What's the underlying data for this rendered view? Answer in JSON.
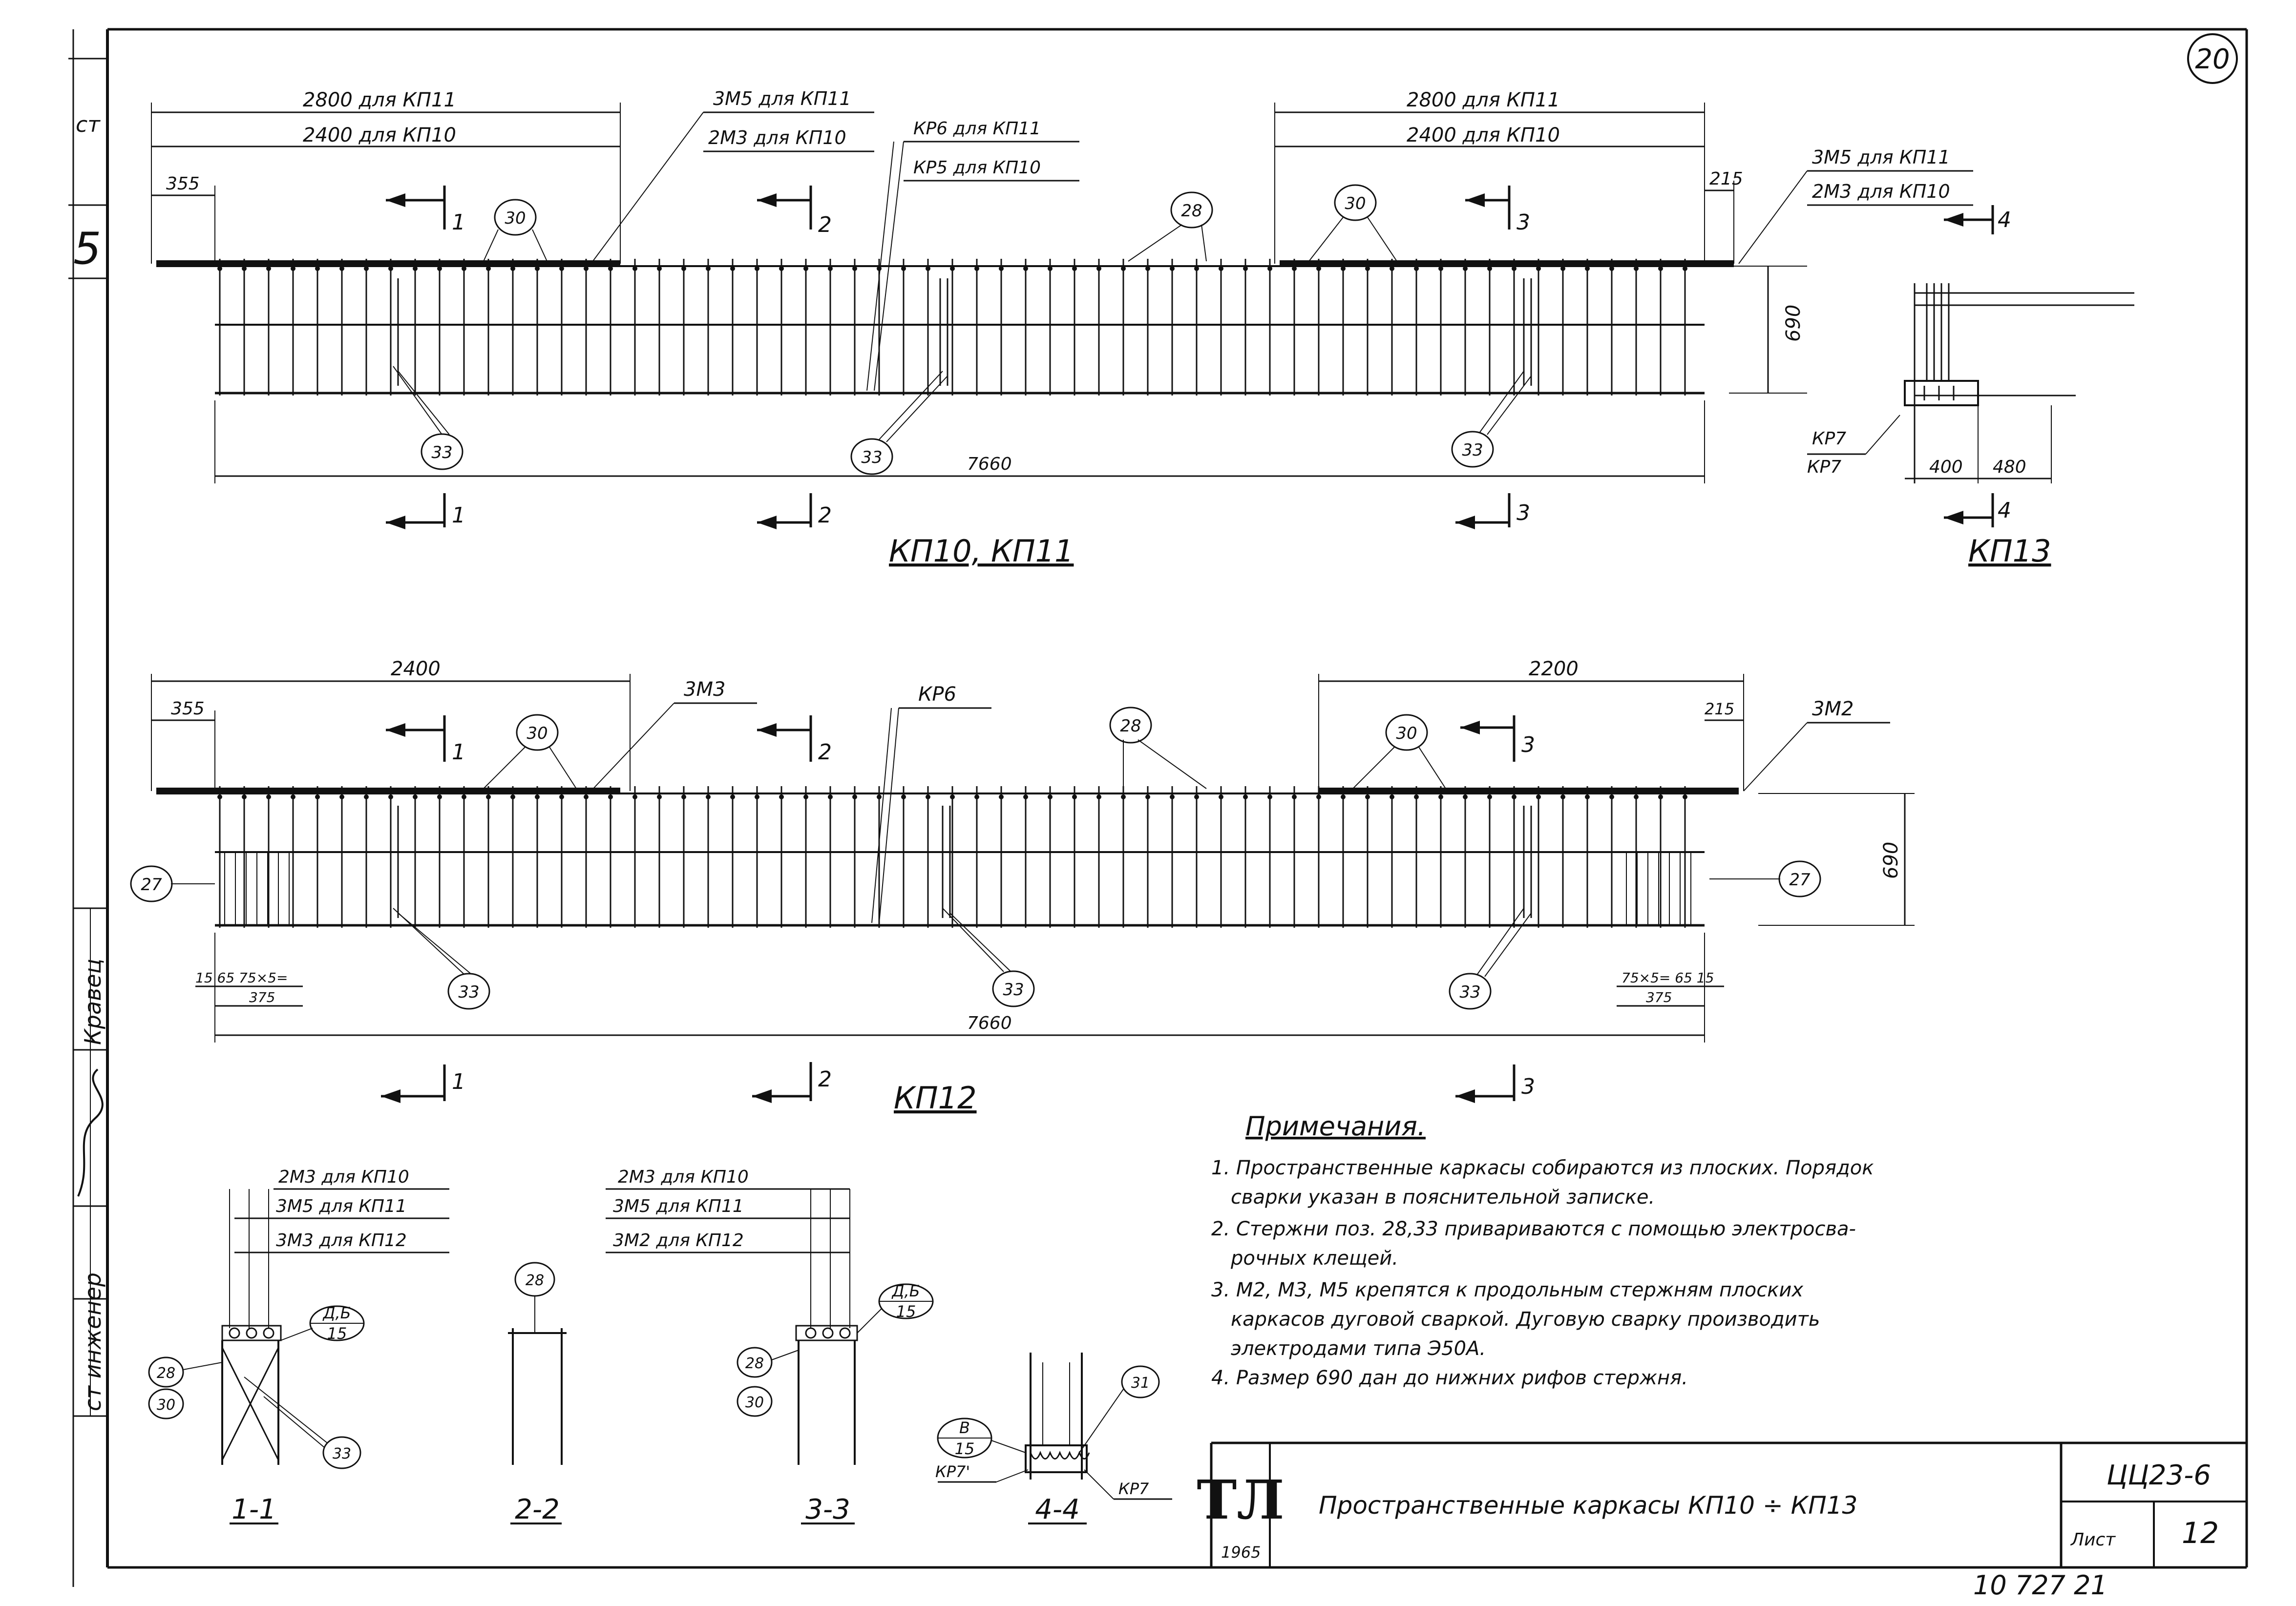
{
  "sheet": {
    "page_number": "20",
    "stamp_number": "10 727 21",
    "colors": {
      "ink": "#111111",
      "paper": "#ffffff"
    }
  },
  "margin": {
    "labels": [
      "ст",
      "5",
      "Кравец",
      "ст инженер"
    ]
  },
  "frame_top": {
    "title": "КП10, КП11",
    "dims": {
      "d2800": "2800  для КП11",
      "d2400": "2400  для КП10",
      "d355": "355",
      "d2800r": "2800  для КП11",
      "d2400r": "2400  для КП10",
      "d215": "215",
      "d690": "690",
      "d7660": "7660"
    },
    "notes": {
      "m5_kp11": "3М5 для КП11",
      "m3_kp10": "2М3 для КП10",
      "kr6_kp11": "КР6  для КП11",
      "kr5_kp10": "КР5  для КП10",
      "m5_kp11_r": "3М5 для КП11",
      "m3_kp10_r": "2М3 для КП10"
    },
    "cuts": [
      "1",
      "2",
      "3"
    ],
    "pos": {
      "p30": "30",
      "p28": "28",
      "p33": "33"
    }
  },
  "frame_kp13": {
    "title": "КП13",
    "cut": "4",
    "kr7a": "КР7",
    "kr7b": "КР7",
    "d400": "400",
    "d480": "480"
  },
  "frame_mid": {
    "title": "КП12",
    "dims": {
      "d2400": "2400",
      "d355": "355",
      "d2200": "2200",
      "d215": "215",
      "d690": "690",
      "d7660": "7660",
      "left_small": "15 65 75×5=",
      "left_375": "375",
      "right_small": "75×5= 65 15",
      "right_375": "375"
    },
    "notes": {
      "m3": "3М3",
      "kr6": "КР6",
      "m2": "3М2"
    },
    "cuts": [
      "1",
      "2",
      "3"
    ],
    "pos": {
      "p27": "27",
      "p28": "28",
      "p30": "30",
      "p33": "33"
    }
  },
  "sections": {
    "s11": {
      "title": "1-1",
      "l1": "2М3 для КП10",
      "l2": "3М5 для КП11",
      "l3": "3М3 для КП12",
      "top": "Д,Б",
      "bot": "15",
      "p28": "28",
      "p30": "30",
      "p33": "33"
    },
    "s22": {
      "title": "2-2",
      "p28": "28"
    },
    "s33": {
      "title": "3-3",
      "l1": "2М3 для КП10",
      "l2": "3М5 для КП11",
      "l3": "3М2 для КП12",
      "top": "Д,Б",
      "bot": "15",
      "p28": "28",
      "p30": "30"
    },
    "s44": {
      "title": "4-4",
      "top": "В",
      "bot": "15",
      "kr7a": "КР7'",
      "kr7b": "КР7",
      "p31": "31"
    }
  },
  "notes": {
    "heading": "Примечания.",
    "lines": [
      "1. Пространственные каркасы собираются из плоских. Порядок",
      "сварки указан в пояснительной записке.",
      "2. Стержни поз. 28,33 привариваются с помощью электросва-",
      "рочных клещей.",
      "3. М2, М3, М5 крепятся к продольным стержням плоских",
      "каркасов дуговой сваркой. Дуговую сварку производить",
      "электродами типа Э50А.",
      "4. Размер 690 дан до нижних рифов стержня."
    ]
  },
  "title_block": {
    "logo": "ТЛ",
    "year": "1965",
    "title": "Пространственные каркасы  КП10 ÷ КП13",
    "series": "ЦЦ23-6",
    "sheet_label": "Лист",
    "sheet_no": "12"
  }
}
